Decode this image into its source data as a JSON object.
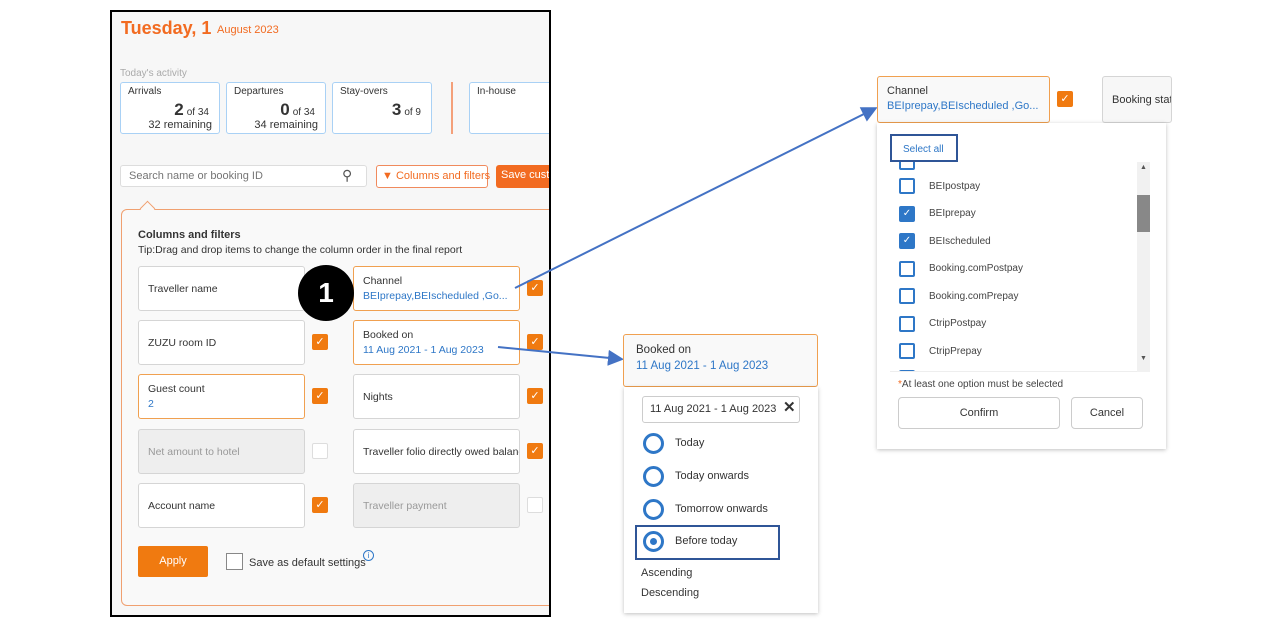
{
  "header": {
    "title": "Tuesday, 1",
    "subtitle": "August 2023"
  },
  "activity": {
    "label": "Today's activity",
    "cards": [
      {
        "label": "Arrivals",
        "count": "2",
        "of": "of 34",
        "remaining": "32 remaining"
      },
      {
        "label": "Departures",
        "count": "0",
        "of": "of 34",
        "remaining": "34 remaining"
      },
      {
        "label": "Stay-overs",
        "count": "3",
        "of": "of 9",
        "remaining": ""
      },
      {
        "label": "In-house",
        "count": "",
        "of": "",
        "remaining": ""
      }
    ]
  },
  "search": {
    "placeholder": "Search name or booking ID"
  },
  "toolbar": {
    "columns_filters": "Columns and filters",
    "save": "Save custom"
  },
  "panel": {
    "title": "Columns and filters",
    "tip": "Tip:Drag and drop items to change the column order in the final report",
    "fields": [
      {
        "label": "Traveller name",
        "value": "",
        "state": "normal",
        "checked": null
      },
      {
        "label": "Channel",
        "value": "BEIprepay,BEIscheduled ,Go...",
        "state": "active",
        "checked": true
      },
      {
        "label": "ZUZU room ID",
        "value": "",
        "state": "normal",
        "checked": true
      },
      {
        "label": "Booked on",
        "value": "11 Aug 2021 - 1 Aug 2023",
        "state": "active",
        "checked": true
      },
      {
        "label": "Guest count",
        "value": "2",
        "state": "active",
        "checked": true
      },
      {
        "label": "Nights",
        "value": "",
        "state": "normal",
        "checked": true
      },
      {
        "label": "Net amount to hotel",
        "value": "",
        "state": "disabled",
        "checked": false
      },
      {
        "label": "Traveller folio directly owed balance",
        "value": "",
        "state": "normal",
        "checked": true
      },
      {
        "label": "Account name",
        "value": "",
        "state": "normal",
        "checked": true
      },
      {
        "label": "Traveller payment",
        "value": "",
        "state": "disabled",
        "checked": false
      }
    ],
    "apply": "Apply",
    "save_default": "Save as default settings",
    "badge": "1"
  },
  "booked_popup": {
    "label": "Booked on",
    "value": "11 Aug 2021 - 1 Aug 2023",
    "input": "11 Aug 2021 - 1 Aug 2023",
    "options": [
      {
        "label": "Today",
        "selected": false
      },
      {
        "label": "Today onwards",
        "selected": false
      },
      {
        "label": "Tomorrow onwards",
        "selected": false
      },
      {
        "label": "Before today",
        "selected": true
      }
    ],
    "sort": [
      "Ascending",
      "Descending"
    ]
  },
  "channel_popup": {
    "label": "Channel",
    "value": "BEIprepay,BEIscheduled ,Go...",
    "next_field": "Booking status",
    "select_all": "Select all",
    "items": [
      {
        "label": "BEIpostpay",
        "checked": false
      },
      {
        "label": "BEIprepay",
        "checked": true
      },
      {
        "label": "BEIscheduled",
        "checked": true
      },
      {
        "label": "Booking.comPostpay",
        "checked": false
      },
      {
        "label": "Booking.comPrepay",
        "checked": false
      },
      {
        "label": "CtripPostpay",
        "checked": false
      },
      {
        "label": "CtripPrepay",
        "checked": false
      }
    ],
    "warning": "At least one option must be selected",
    "confirm": "Confirm",
    "cancel": "Cancel"
  },
  "colors": {
    "accent": "#f26b21",
    "checkbox": "#f07a10",
    "link": "#2e77c7",
    "highlight": "#2f5597"
  }
}
